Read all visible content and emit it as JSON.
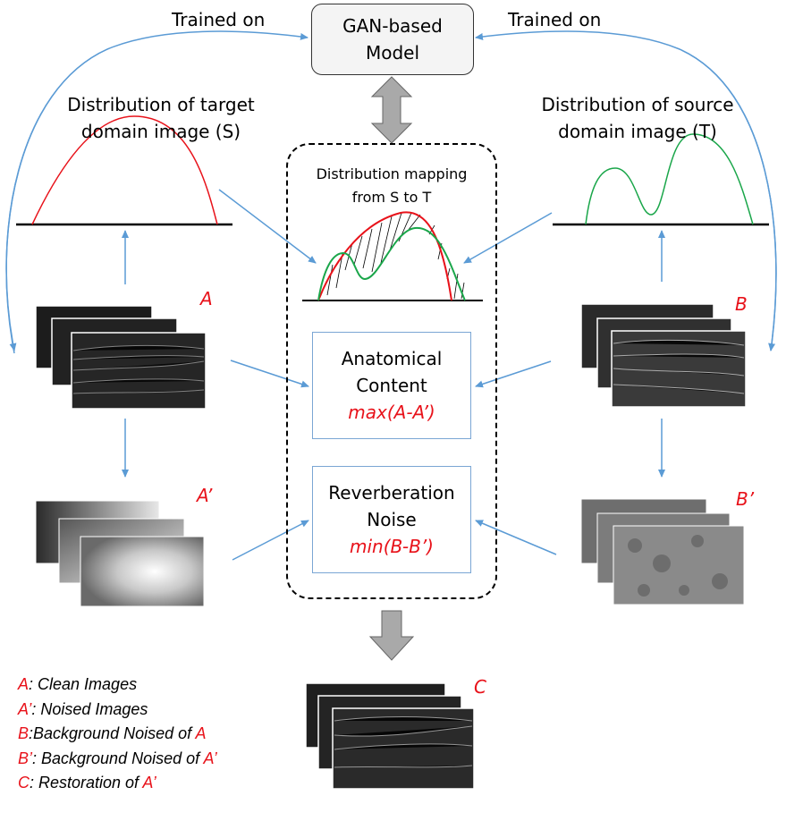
{
  "top": {
    "gan_model_line1": "GAN-based",
    "gan_model_line2": "Model",
    "trained_on_left": "Trained on",
    "trained_on_right": "Trained on"
  },
  "distributions": {
    "target_line1": "Distribution of target",
    "target_line2": "domain image (S)",
    "source_line1": "Distribution of source",
    "source_line2": "domain image (T)",
    "mapping_line1": "Distribution mapping",
    "mapping_line2": "from S to T"
  },
  "center": {
    "anatomical_line1": "Anatomical",
    "anatomical_line2": "Content",
    "anatomical_formula": "max(A-A’)",
    "noise_line1": "Reverberation",
    "noise_line2": "Noise",
    "noise_formula": "min(B-B’)"
  },
  "panels": {
    "a": "A",
    "a_prime": "A’",
    "b": "B",
    "b_prime": "B’",
    "c": "C"
  },
  "legend": [
    {
      "key": "A",
      "text": ": Clean Images",
      "tail": ""
    },
    {
      "key": "A’",
      "text": ": Noised Images",
      "tail": ""
    },
    {
      "key": "B",
      "text": ":Background Noised of ",
      "tail": "A"
    },
    {
      "key": "B’",
      "text": ": Background Noised of ",
      "tail": "A’"
    },
    {
      "key": "C",
      "text": ": Restoration of ",
      "tail": "A’"
    }
  ],
  "colors": {
    "arrow_blue": "#5b9bd5",
    "curve_red": "#e8121a",
    "curve_green": "#1aa64a",
    "label_red": "#e8121a",
    "panel_gray": "#bfbfbf"
  }
}
